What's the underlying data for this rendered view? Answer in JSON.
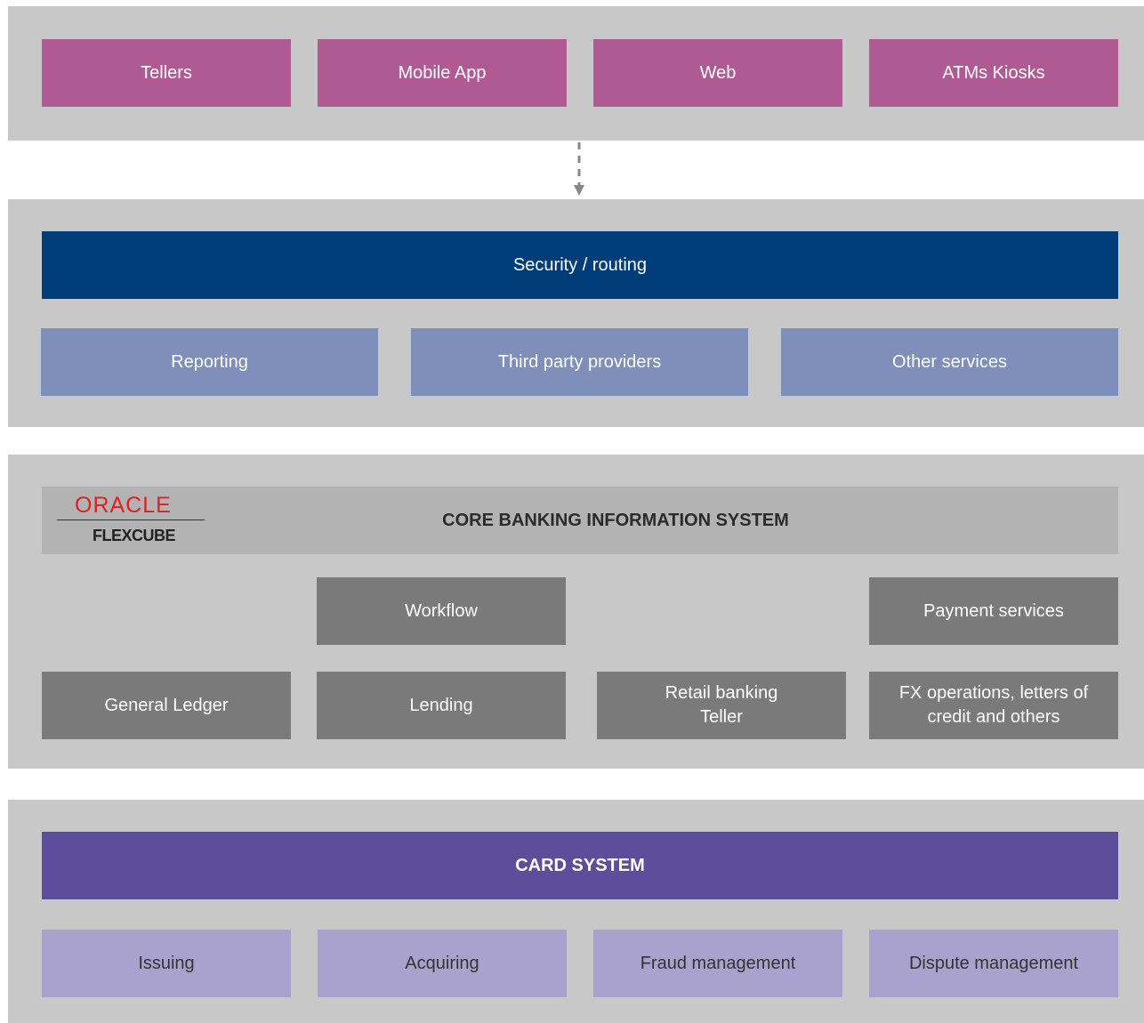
{
  "channels": {
    "items": [
      "Tellers",
      "Mobile App",
      "Web",
      "ATMs Kiosks"
    ]
  },
  "middleware": {
    "security": "Security / routing",
    "services": [
      "Reporting",
      "Third party providers",
      "Other services"
    ]
  },
  "core": {
    "logo_oracle": "ORACLE",
    "logo_product": "FLEXCUBE",
    "title": "CORE BANKING INFORMATION SYSTEM",
    "workflow": "Workflow",
    "payment": "Payment services",
    "general_ledger": "General Ledger",
    "lending": "Lending",
    "retail_line1": "Retail banking",
    "retail_line2": "Teller",
    "fx_line1": "FX operations, letters of",
    "fx_line2": "credit and others"
  },
  "card": {
    "title": "CARD SYSTEM",
    "items": [
      "Issuing",
      "Acquiring",
      "Fraud management",
      "Dispute management"
    ]
  },
  "colors": {
    "panel": "#c8c8c8",
    "channel": "#b05a93",
    "security": "#003d79",
    "service": "#7f8fbb",
    "core_module": "#7a7a7a",
    "card_header": "#5d4e9c",
    "card_module": "#a9a2cf",
    "oracle_red": "#e0201e"
  },
  "icons": {
    "connector": "dashed-down-arrow"
  }
}
